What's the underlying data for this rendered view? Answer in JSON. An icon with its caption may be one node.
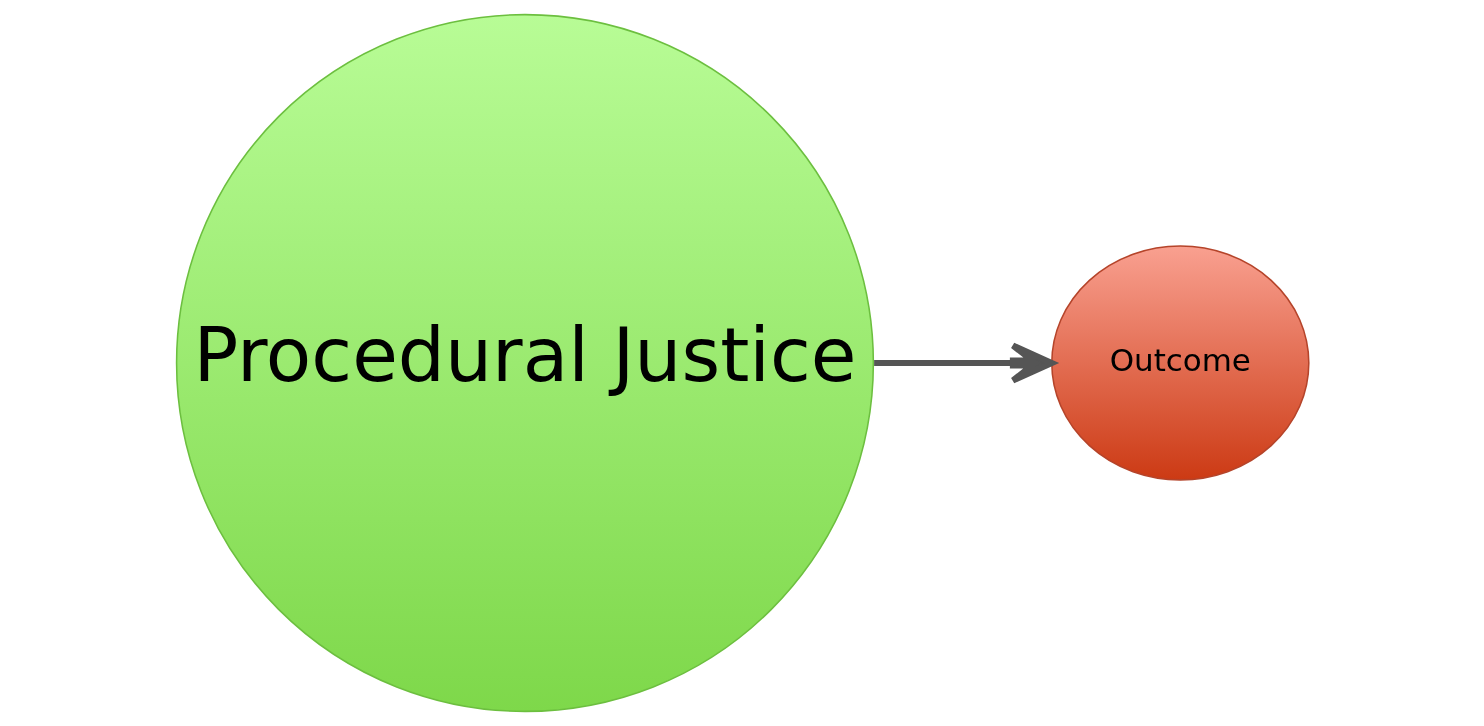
{
  "diagram": {
    "nodes": [
      {
        "text": [
          "Procedural Justice"
        ]
      },
      {
        "text": [
          "Outcome"
        ]
      }
    ],
    "edges": [
      {
        "from": 0,
        "to": 1,
        "arrow": "to"
      }
    ]
  }
}
